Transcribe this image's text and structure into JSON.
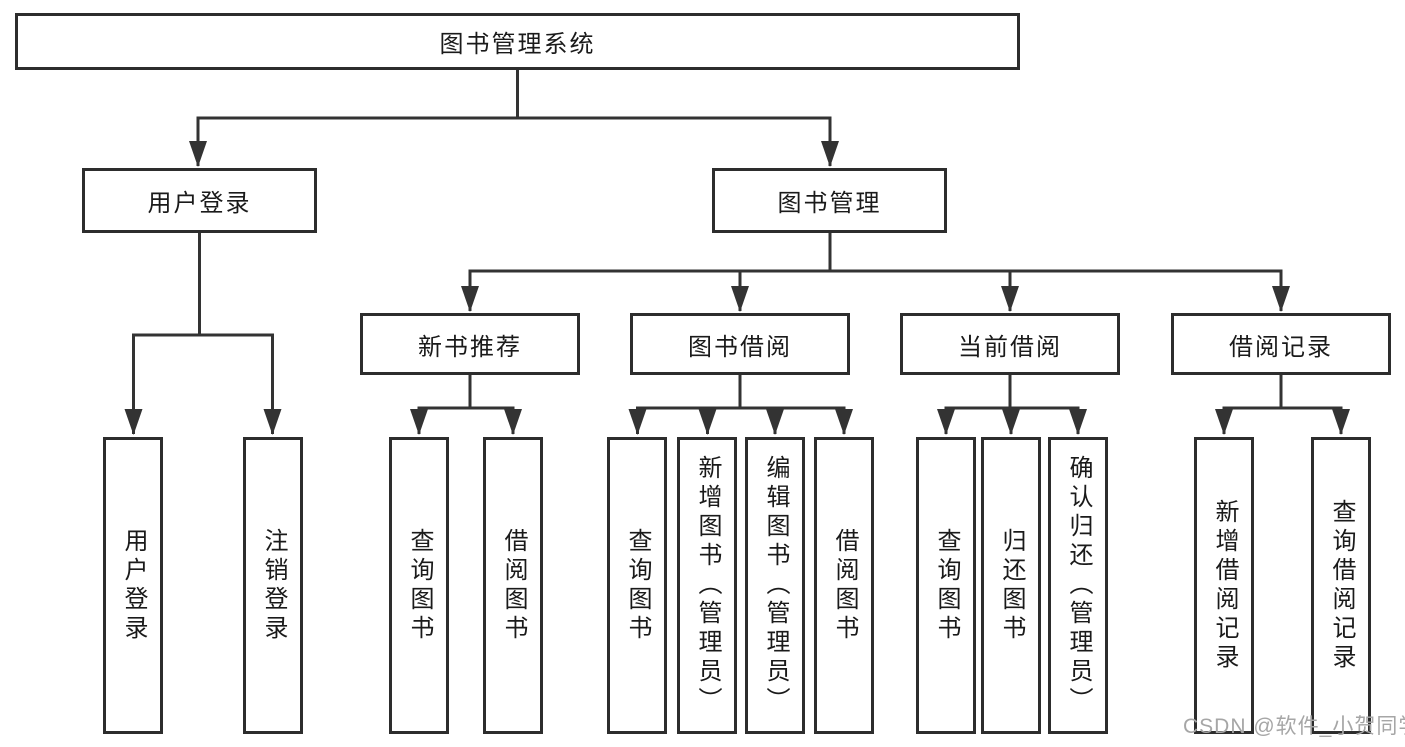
{
  "nodes": {
    "root": {
      "label": "图书管理系统"
    },
    "user_login": {
      "label": "用户登录"
    },
    "book_mgmt": {
      "label": "图书管理"
    },
    "new_book_rec": {
      "label": "新书推荐"
    },
    "book_borrow": {
      "label": "图书借阅"
    },
    "current_borrow": {
      "label": "当前借阅"
    },
    "borrow_records": {
      "label": "借阅记录"
    },
    "leaf_user_login": {
      "label": "用户登录"
    },
    "leaf_logout": {
      "label": "注销登录"
    },
    "leaf_query_books_1": {
      "label": "查询图书"
    },
    "leaf_borrow_books_1": {
      "label": "借阅图书"
    },
    "leaf_query_books_2": {
      "label": "查询图书"
    },
    "leaf_add_books": {
      "label": "新增图书（管理员）"
    },
    "leaf_edit_books": {
      "label": "编辑图书（管理员）"
    },
    "leaf_borrow_books_2": {
      "label": "借阅图书"
    },
    "leaf_query_books_3": {
      "label": "查询图书"
    },
    "leaf_return_books": {
      "label": "归还图书"
    },
    "leaf_confirm_return": {
      "label": "确认归还（管理员）"
    },
    "leaf_add_record": {
      "label": "新增借阅记录"
    },
    "leaf_query_record": {
      "label": "查询借阅记录"
    }
  },
  "structure": {
    "图书管理系统": {
      "用户登录": [
        "用户登录",
        "注销登录"
      ],
      "图书管理": {
        "新书推荐": [
          "查询图书",
          "借阅图书"
        ],
        "图书借阅": [
          "查询图书",
          "新增图书（管理员）",
          "编辑图书（管理员）",
          "借阅图书"
        ],
        "当前借阅": [
          "查询图书",
          "归还图书",
          "确认归还（管理员）"
        ],
        "借阅记录": [
          "新增借阅记录",
          "查询借阅记录"
        ]
      }
    }
  },
  "watermark": {
    "text": "CSDN @软件_小贺同学"
  },
  "colors": {
    "line": "#333333",
    "box_border": "#2d2d2d",
    "text": "#1a1a1a",
    "watermark": "#a6a6a6",
    "background": "#ffffff"
  }
}
